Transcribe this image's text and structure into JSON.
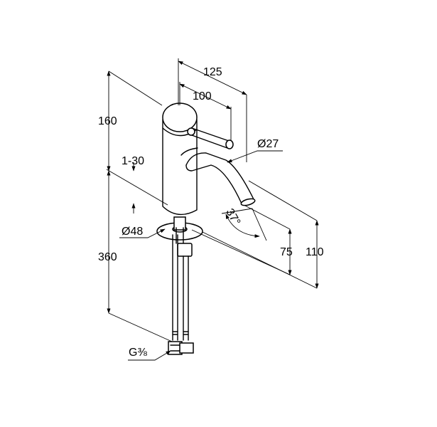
{
  "dimensions": {
    "d125": "125",
    "d100": "100",
    "d160": "160",
    "d1_30": "1-30",
    "d27": "Ø27",
    "d37": "37°",
    "d48": "Ø48",
    "d360": "360",
    "d75": "75",
    "d110": "110",
    "thread": "G⅜"
  }
}
